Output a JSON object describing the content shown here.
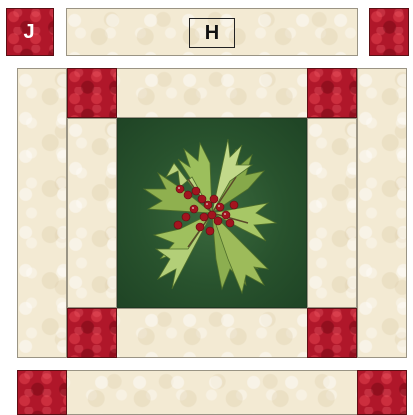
{
  "labels": {
    "h": "H",
    "j": "J"
  },
  "colors": {
    "cream": "#f3ead3",
    "red": "#b0172a",
    "green": "#28522d",
    "leaf": "#8fb04f",
    "berry": "#a3141f"
  },
  "center_motif": "holly-sprig-illustration"
}
